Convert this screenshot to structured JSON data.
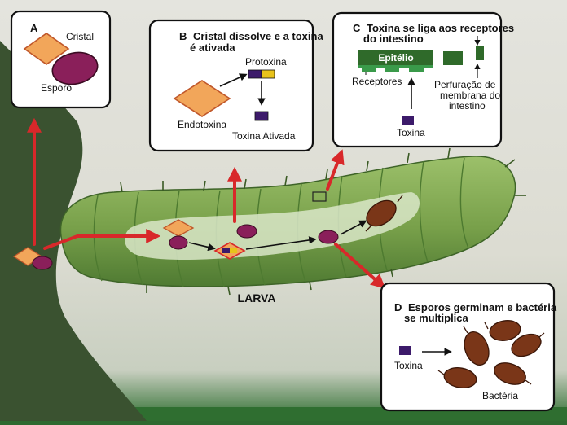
{
  "panel_a": {
    "letter": "A",
    "crystal_label": "Cristal",
    "spore_label": "Esporo"
  },
  "panel_b": {
    "letter": "B",
    "title_line1": "Cristal dissolve e a toxina",
    "title_line2": "é ativada",
    "protoxin_label": "Protoxina",
    "endotoxin_label": "Endotoxina",
    "activated_label": "Toxina Ativada"
  },
  "panel_c": {
    "letter": "C",
    "title_line1": "Toxina se liga aos receptores",
    "title_line2": "do intestino",
    "epithelium_label": "Epitélio",
    "receptors_label": "Receptores",
    "toxin_label": "Toxina",
    "perforation_line1": "Perfuração de",
    "perforation_line2": "membrana do",
    "perforation_line3": "intestino"
  },
  "panel_d": {
    "letter": "D",
    "title_line1": "Esporos germinam e bactéria",
    "title_line2": "se multiplica",
    "toxin_label": "Toxina",
    "bacteria_label": "Bactéria"
  },
  "larva_label": "LARVA",
  "colors": {
    "crystal": "#f2a65a",
    "crystal_stroke": "#c0572a",
    "spore": "#8a1f5a",
    "toxin": "#3c1a6a",
    "protoxin_yellow": "#e8c21a",
    "bacteria": "#7a3618",
    "epithelium": "#2f6a2a",
    "receptors": "#3a9a4a",
    "arrow_red": "#d8282a",
    "larva": "#7aa24a",
    "gut": "#d9e6c8"
  }
}
